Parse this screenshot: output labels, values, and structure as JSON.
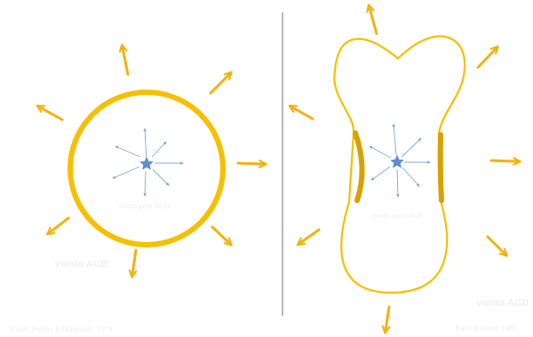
{
  "colors": {
    "outline": "#f6bf00",
    "arrow": "#f2b30c",
    "shell_dark": "#d6a200",
    "inner_arrow": "#7fa8d6",
    "star": "#5b8fd0",
    "divider": "#8b8b8b",
    "faint_label": "#efefef"
  },
  "left_panel": {
    "inner_label": "viento post-AGB",
    "outer_label": "viento AGB",
    "citation": "Kwok, Purton & Fitzgerald, 1978"
  },
  "right_panel": {
    "inner_label": "viento post-AGB",
    "outer_label": "viento AGB",
    "citation": "Kahn & West, 1985"
  },
  "icons": [
    "star-icon"
  ]
}
